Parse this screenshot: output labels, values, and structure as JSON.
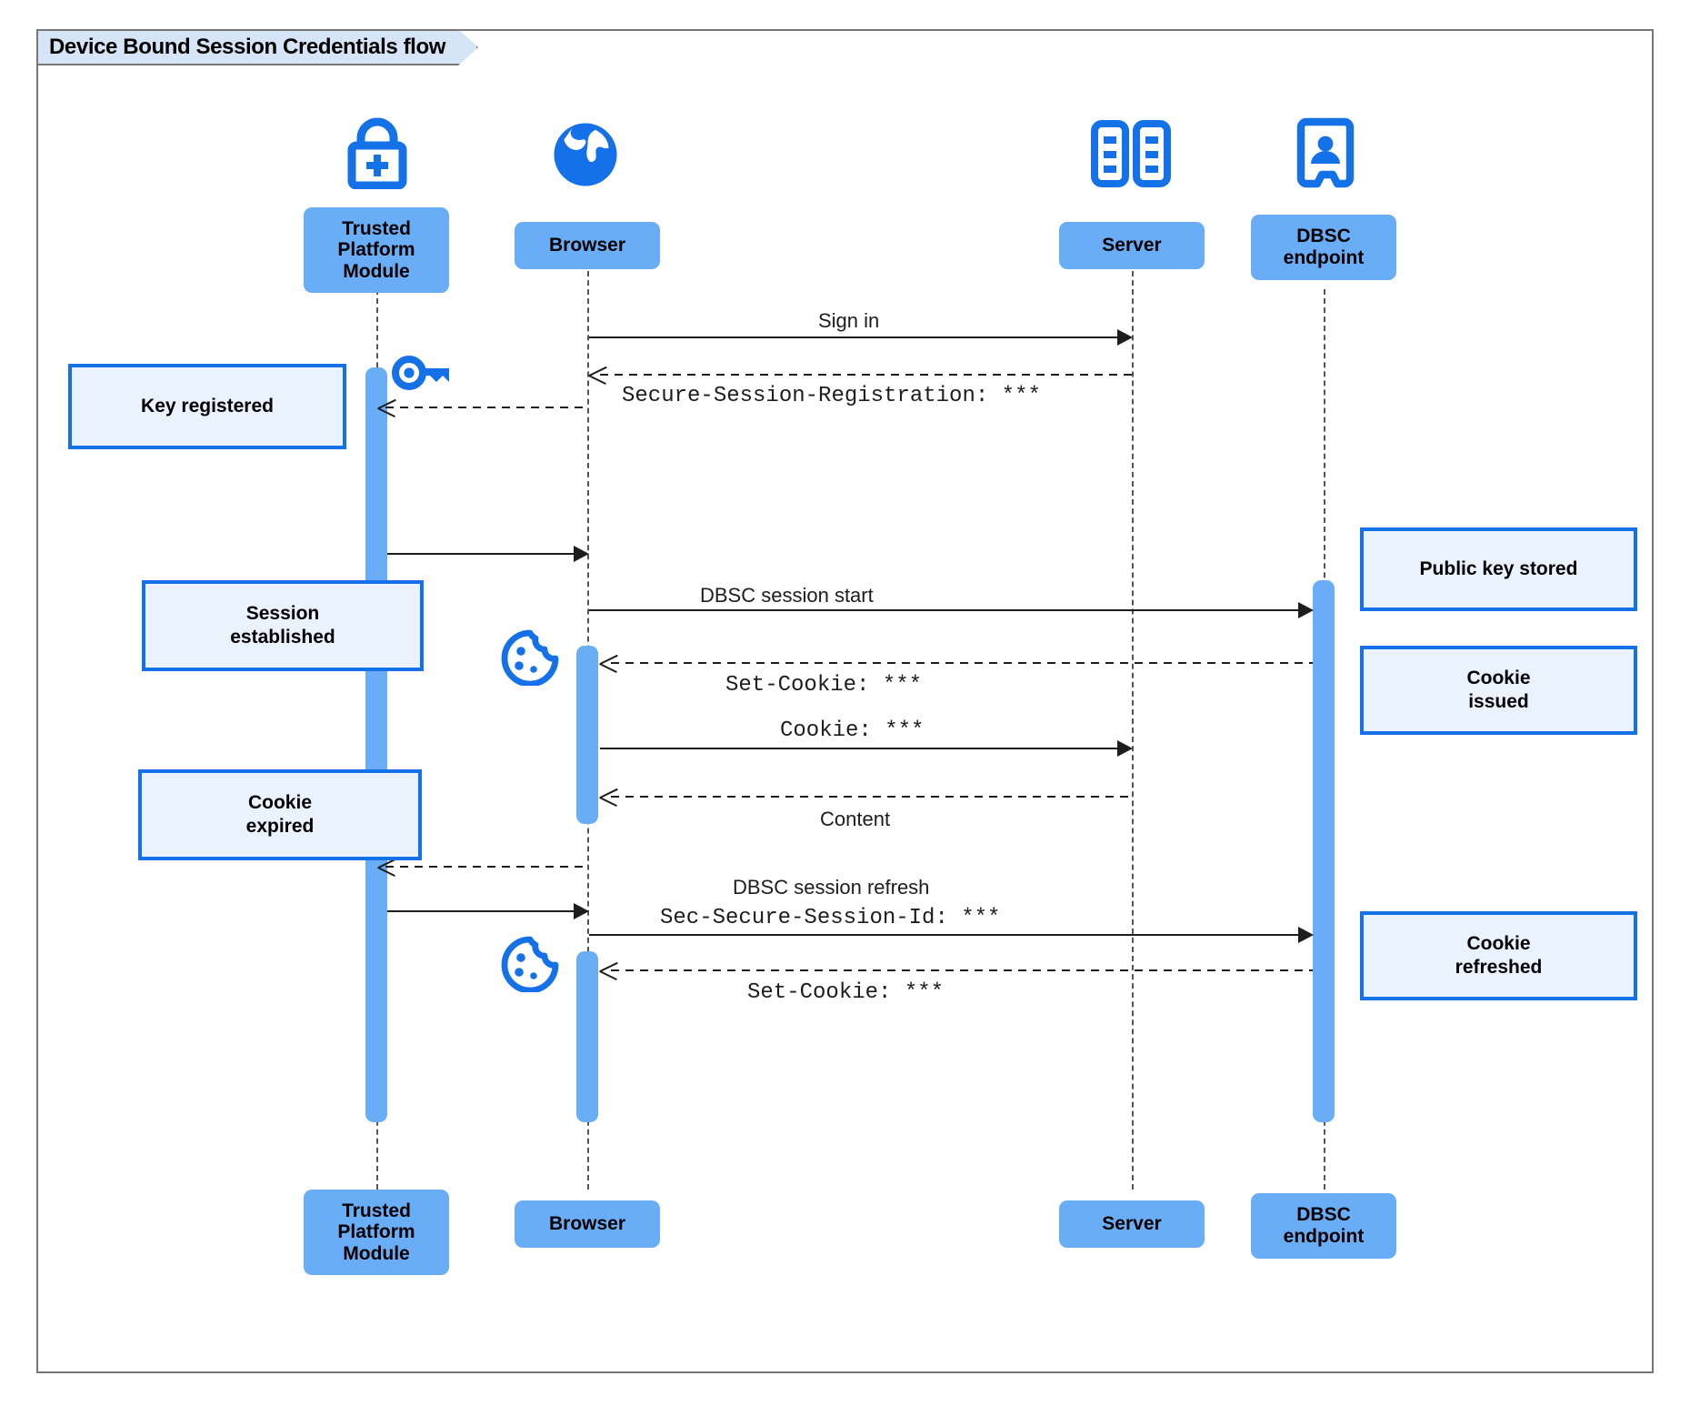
{
  "diagram": {
    "title": "Device Bound Session Credentials flow",
    "type": "uml-sequence-diagram",
    "colors": {
      "participant_fill": "#6aadf7",
      "note_fill": "#eaf2fd",
      "note_border": "#1571e8",
      "icon_blue": "#1571e8",
      "title_fill": "#d6e4f7",
      "frame_border": "#777777",
      "line": "#1d1d1d"
    }
  },
  "participants": [
    {
      "id": "tpm",
      "label": "Trusted\nPlatform\nModule",
      "icon": "lock-plus-icon"
    },
    {
      "id": "browser",
      "label": "Browser",
      "icon": "globe-icon"
    },
    {
      "id": "server",
      "label": "Server",
      "icon": "server-rack-icon"
    },
    {
      "id": "dbsc",
      "label": "DBSC\nendpoint",
      "icon": "id-badge-icon"
    }
  ],
  "messages": [
    {
      "id": "m1",
      "from": "browser",
      "to": "server",
      "label": "Sign in",
      "style": "solid",
      "font": "sans"
    },
    {
      "id": "m2",
      "from": "server",
      "to": "browser",
      "label": "Secure-Session-Registration: ***",
      "style": "dashed",
      "font": "mono"
    },
    {
      "id": "m3",
      "from": "server",
      "to": "tpm",
      "label": "",
      "style": "dashed",
      "font": "mono"
    },
    {
      "id": "m4",
      "from": "tpm",
      "to": "browser",
      "label": "",
      "style": "solid",
      "font": "sans"
    },
    {
      "id": "m5",
      "from": "browser",
      "to": "dbsc",
      "label": "DBSC session start",
      "style": "solid",
      "font": "sans"
    },
    {
      "id": "m6",
      "from": "dbsc",
      "to": "browser",
      "label": "Set-Cookie: ***",
      "style": "dashed",
      "font": "mono"
    },
    {
      "id": "m7",
      "from": "browser",
      "to": "server",
      "label": "Cookie: ***",
      "style": "solid",
      "font": "mono"
    },
    {
      "id": "m8",
      "from": "server",
      "to": "browser",
      "label": "Content",
      "style": "dashed",
      "font": "sans"
    },
    {
      "id": "m9",
      "from": "browser",
      "to": "tpm",
      "label": "",
      "style": "dashed",
      "font": "sans"
    },
    {
      "id": "m10",
      "from": "tpm",
      "to": "browser",
      "label": "",
      "style": "solid",
      "font": "sans"
    },
    {
      "id": "m11",
      "from": "browser",
      "to": "dbsc",
      "label": "DBSC session refresh",
      "style": "solid",
      "font": "sans"
    },
    {
      "id": "m11b",
      "from": "browser",
      "to": "dbsc",
      "label": "Sec-Secure-Session-Id: ***",
      "style": "solid",
      "font": "mono"
    },
    {
      "id": "m12",
      "from": "dbsc",
      "to": "browser",
      "label": "Set-Cookie: ***",
      "style": "dashed",
      "font": "mono"
    }
  ],
  "notes": [
    {
      "id": "n1",
      "text": "Key registered",
      "side": "left",
      "target": "tpm"
    },
    {
      "id": "n2",
      "text": "Session\nestablished",
      "side": "left",
      "target": "tpm"
    },
    {
      "id": "n3",
      "text": "Cookie\nexpired",
      "side": "left",
      "target": "tpm"
    },
    {
      "id": "n4",
      "text": "Public key stored",
      "side": "right",
      "target": "dbsc"
    },
    {
      "id": "n5",
      "text": "Cookie\nissued",
      "side": "right",
      "target": "dbsc"
    },
    {
      "id": "n6",
      "text": "Cookie\nrefreshed",
      "side": "right",
      "target": "dbsc"
    }
  ],
  "inline_icons": [
    {
      "id": "key1",
      "name": "key-icon",
      "near": "tpm"
    },
    {
      "id": "cookie1",
      "name": "cookie-icon",
      "near": "browser"
    },
    {
      "id": "cookie2",
      "name": "cookie-icon",
      "near": "browser"
    }
  ]
}
